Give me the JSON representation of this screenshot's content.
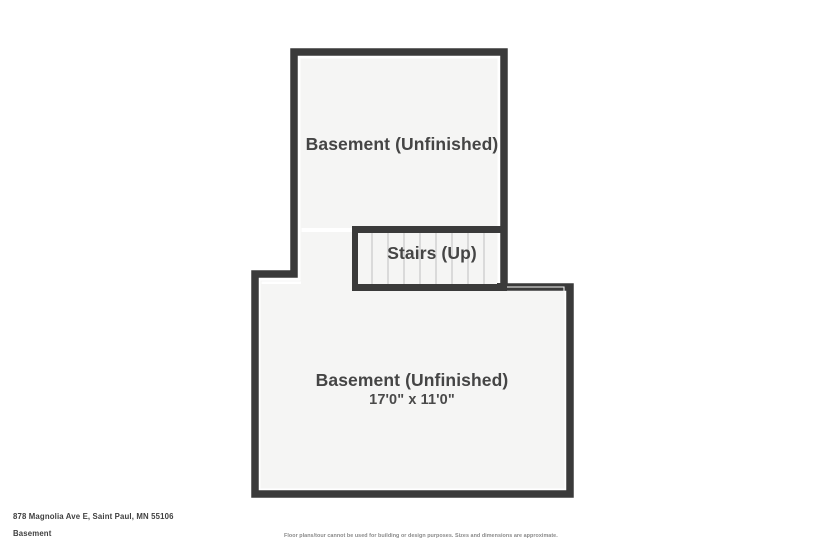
{
  "document": {
    "type": "floor-plan",
    "wall_color": "#3a3a3a",
    "room_fill_color": "#f5f5f4",
    "stair_tread_color": "#cfcfcf",
    "label_color": "#454545",
    "background_color": "#ffffff"
  },
  "rooms": [
    {
      "id": "upper-basement",
      "name": "Basement (Unfinished)",
      "dimensions": ""
    },
    {
      "id": "stairs",
      "name": "Stairs (Up)",
      "dimensions": "",
      "tread_count": 9
    },
    {
      "id": "lower-basement",
      "name": "Basement (Unfinished)",
      "dimensions": "17'0\" x 11'0\""
    }
  ],
  "footer": {
    "address": "878 Magnolia Ave E, Saint Paul, MN 55106",
    "floor": "Basement",
    "disclaimer": "Floor plans/tour cannot be used for building or design purposes. Sizes and dimensions are approximate."
  }
}
